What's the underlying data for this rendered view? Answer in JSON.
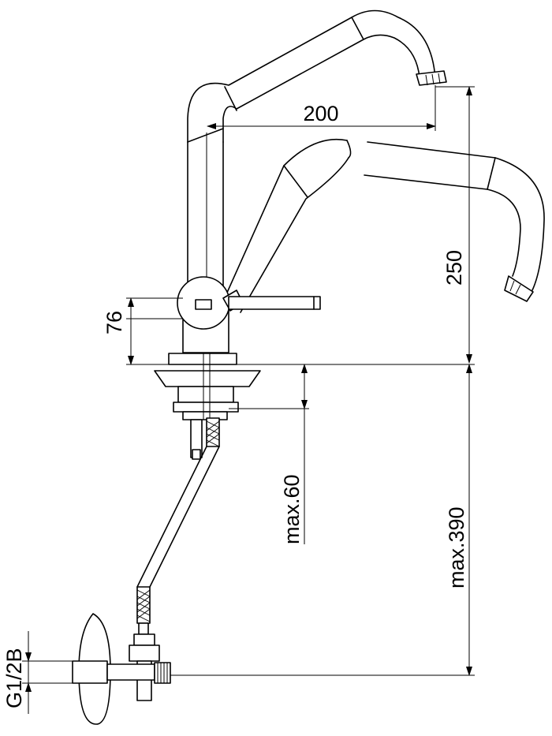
{
  "dimensions": {
    "spout_reach": "200",
    "spout_height": "250",
    "body_height": "76",
    "mounting_max": "max.60",
    "hose_max": "max.390",
    "thread_size": "G1/2B"
  }
}
